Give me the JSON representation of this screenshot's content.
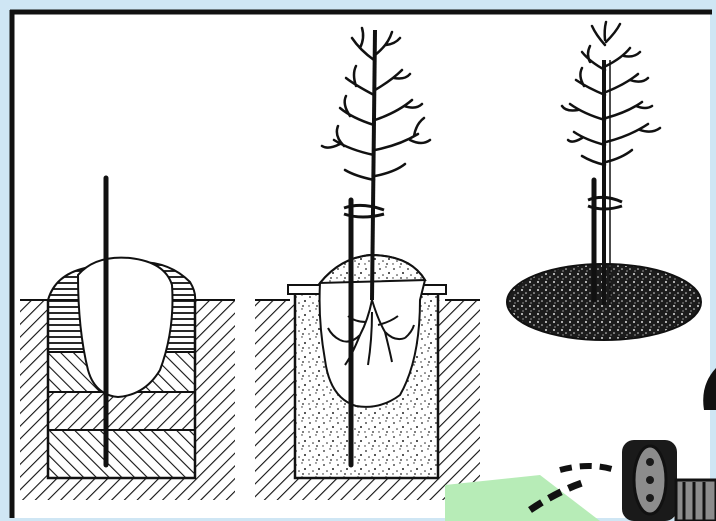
{
  "figure": {
    "panels": [
      {
        "id": "pit-with-stake",
        "caption": ""
      },
      {
        "id": "tree-planted-in-pit",
        "caption": ""
      },
      {
        "id": "tree-tied-to-stake-with-mulch",
        "caption": ""
      }
    ],
    "colors": {
      "background": "#cfe6f4",
      "paper": "#ffffff",
      "ink": "#111111",
      "overlay_green": "#b7ecb7",
      "overlay_dark": "#1a1a1a",
      "overlay_gray": "#8c8c8c"
    },
    "overlay": {
      "icon": "film-reel-icon"
    }
  }
}
